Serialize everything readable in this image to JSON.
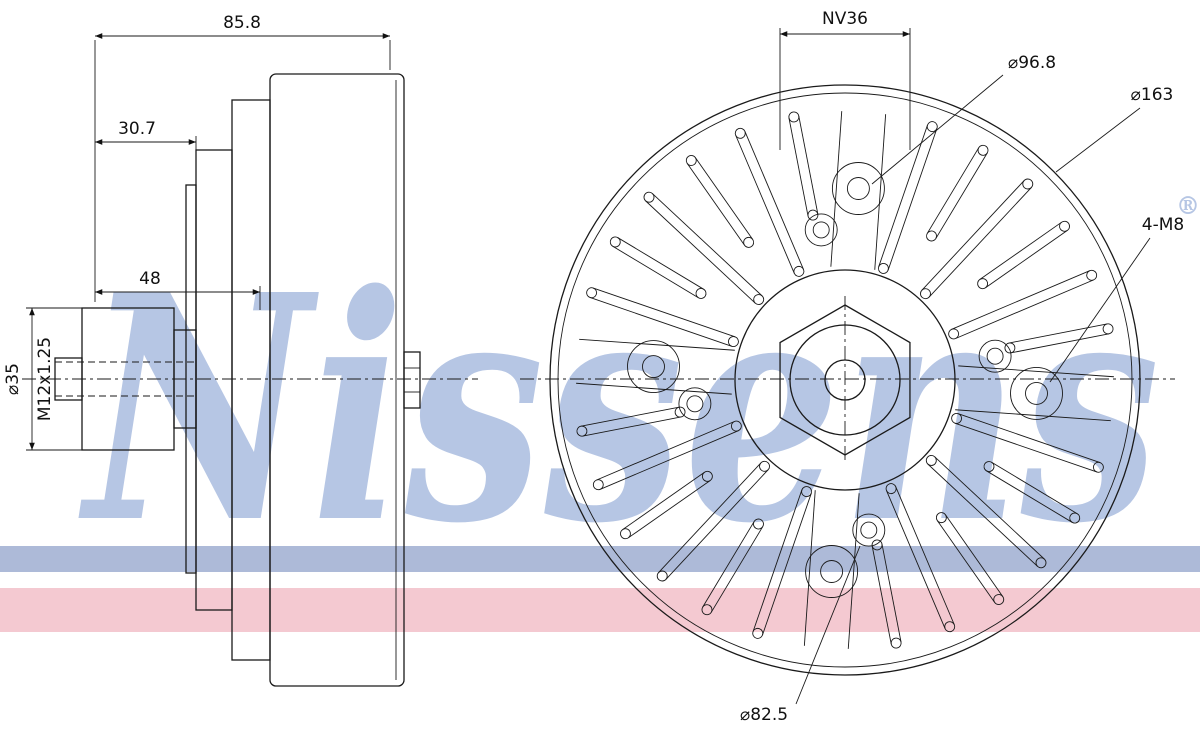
{
  "drawing": {
    "watermark": "Nissens",
    "registered_mark": "®",
    "side_view": {
      "overall_width": "85.8",
      "front_width": "30.7",
      "shaft_length": "48",
      "shaft_diameter": "⌀35",
      "thread_spec": "M12x1.25"
    },
    "front_view": {
      "hex_size": "NV36",
      "bolt_circle_diameter": "⌀96.8",
      "outer_diameter": "⌀163",
      "bolt_spec": "4-M8",
      "hub_diameter": "⌀82.5"
    },
    "colors": {
      "watermark_blue": "#b6c6e4",
      "stripe_blue": "#adbad8",
      "stripe_pink": "#f4c9d1",
      "line": "#1a1a1a"
    }
  }
}
